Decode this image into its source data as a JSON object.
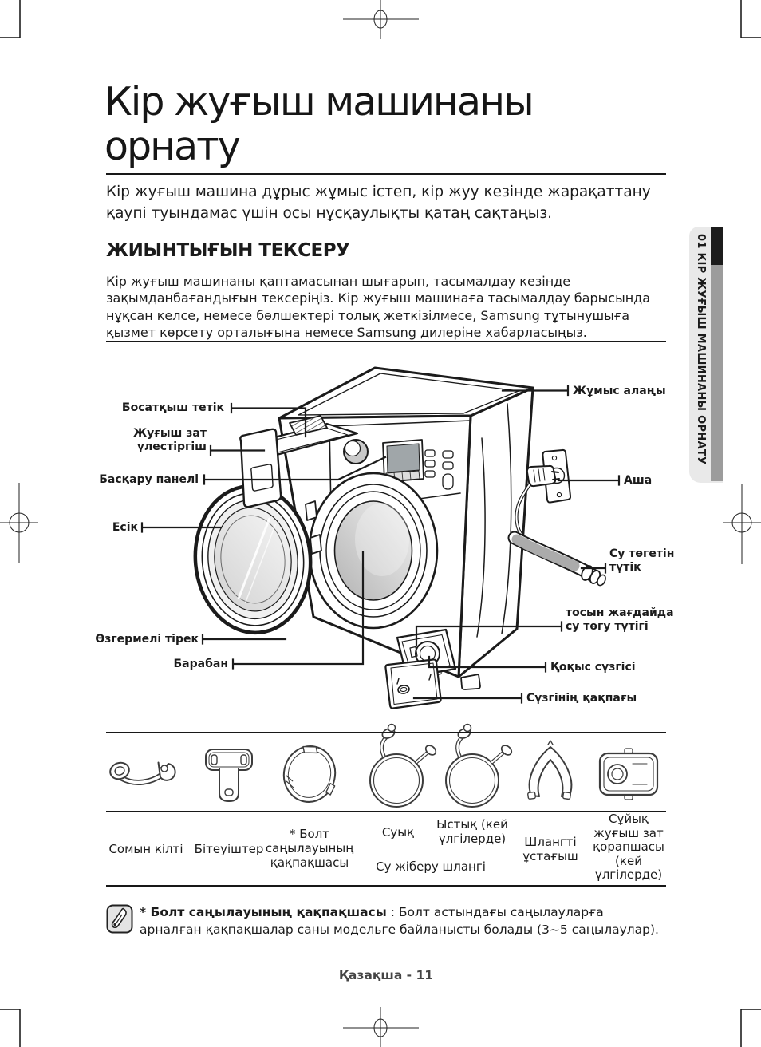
{
  "page": {
    "title": "Кір жуғыш машинаны орнату",
    "intro": "Кір жуғыш машина дұрыс жұмыс істеп, кір жуу кезінде жарақаттану қаупі туындамас үшін осы нұсқаулықты қатаң сақтаңыз.",
    "section_heading": "ЖИЫНТЫҒЫН ТЕКСЕРУ",
    "section_body": "Кір жуғыш машинаны қаптамасынан шығарып, тасымалдау кезінде зақымданбағандығын тексеріңіз. Кір жуғыш машинаға тасымалдау барысында нұқсан келсе, немесе бөлшектері толық жеткізілмесе, Samsung тұтынушыға қызмет көрсету орталығына немесе Samsung дилеріне хабарласыңыз.",
    "footer": "Қазақша - 11"
  },
  "sidebar": {
    "tab_label": "01 КІР ЖУҒЫШ МАШИНАНЫ ОРНАТУ",
    "tab_bg": "#e9e9e9",
    "accent_black": "#1c1c1c",
    "accent_gray": "#9c9c9c"
  },
  "diagram": {
    "labels_left": [
      {
        "text": "Босатқыш тетік"
      },
      {
        "text": "Жуғыш зат\nүлестіргіш"
      },
      {
        "text": "Басқару панелі"
      },
      {
        "text": "Есік"
      },
      {
        "text": "Өзгермелі тірек"
      },
      {
        "text": "Барабан"
      }
    ],
    "labels_right": [
      {
        "text": "Жұмыс алаңы"
      },
      {
        "text": "Аша"
      },
      {
        "text": "Су төгетін\nтүтік"
      },
      {
        "text": "тосын жағдайда\nсу төгу түтігі"
      },
      {
        "text": "Қоқыс сүзгісі"
      },
      {
        "text": "Сүзгінің қақпағы"
      }
    ]
  },
  "accessories": {
    "items": [
      {
        "icon": "spanner-icon",
        "label": "Сомын кілті"
      },
      {
        "icon": "cap-fixers-icon",
        "label": "Бітеуіштер"
      },
      {
        "icon": "bolt-hole-cap-icon",
        "label": "* Болт\nсаңылауының\nқақпақшасы"
      },
      {
        "icon": "cold-water-hose-icon",
        "label": "Суық"
      },
      {
        "icon": "hot-water-hose-icon",
        "label": "Ыстық (кей\nүлгілерде)"
      },
      {
        "icon": "hose-guide-icon",
        "label": "Шлангті\nұстағыш"
      },
      {
        "icon": "liquid-detergent-container-icon",
        "label": "Сұйық\nжуғыш зат\nқорапшасы\n(кей\nүлгілерде)"
      }
    ],
    "hose_shared_label": "Су жіберу шлангі"
  },
  "note": {
    "bold": "* Болт саңылауының қақпақшасы",
    "text": " : Болт астындағы саңылауларға арналған қақпақшалар саны модельге байланысты болады (3~5 саңылаулар)."
  }
}
